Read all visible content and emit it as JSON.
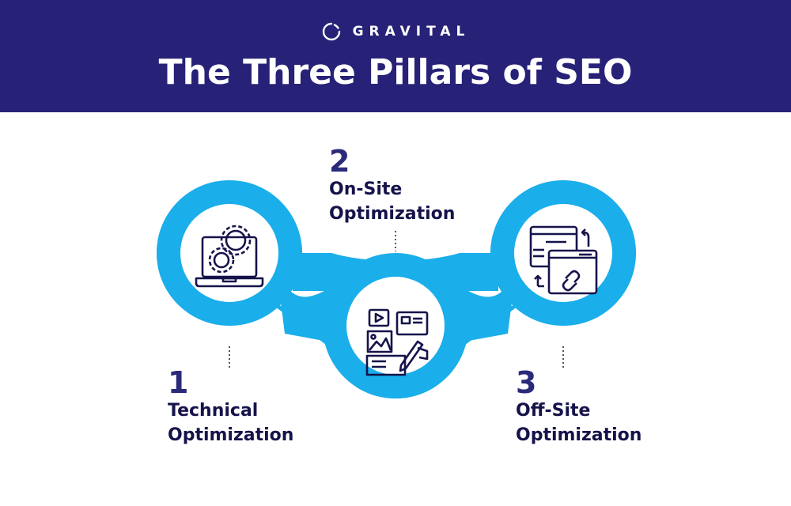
{
  "header": {
    "brand": "GRAVITAL",
    "title": "The Three Pillars of SEO",
    "background_color": "#272277"
  },
  "pillars": [
    {
      "number": "1",
      "line1": "Technical",
      "line2": "Optimization",
      "icon": "laptop-gears-icon"
    },
    {
      "number": "2",
      "line1": "On-Site",
      "line2": "Optimization",
      "icon": "content-editing-icon"
    },
    {
      "number": "3",
      "line1": "Off-Site",
      "line2": "Optimization",
      "icon": "linked-webpages-icon"
    }
  ],
  "colors": {
    "accent": "#1aaeea",
    "text": "#15134a",
    "number": "#2b2a7a"
  }
}
